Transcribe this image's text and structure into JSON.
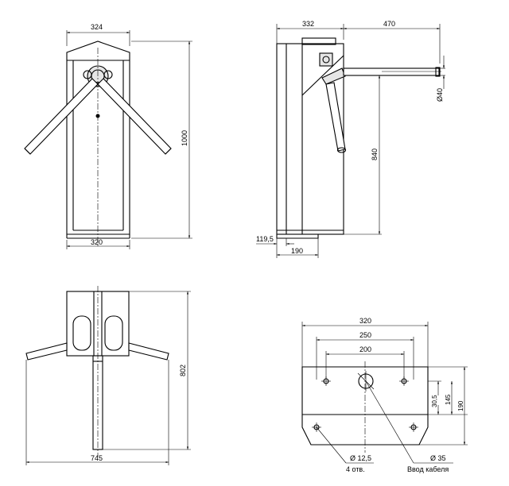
{
  "front_view": {
    "width_top": "324",
    "width_bottom": "320",
    "height": "1000"
  },
  "side_view": {
    "depth_top": "332",
    "arm_reach": "470",
    "arm_diameter": "Ø40",
    "arm_height": "840",
    "base_offset": "119,5",
    "base_depth": "190"
  },
  "top_view": {
    "overall_width": "745",
    "overall_depth": "802"
  },
  "base_plate": {
    "width_outer": "320",
    "hole_spacing_outer": "250",
    "hole_spacing_inner": "200",
    "hole_offset": "30,5",
    "hole_depth": "145",
    "plate_depth": "190",
    "hole_diameter": "Ø 12,5",
    "hole_count": "4 отв.",
    "cable_hole_diameter": "Ø 35",
    "cable_entry": "Ввод кабеля"
  }
}
